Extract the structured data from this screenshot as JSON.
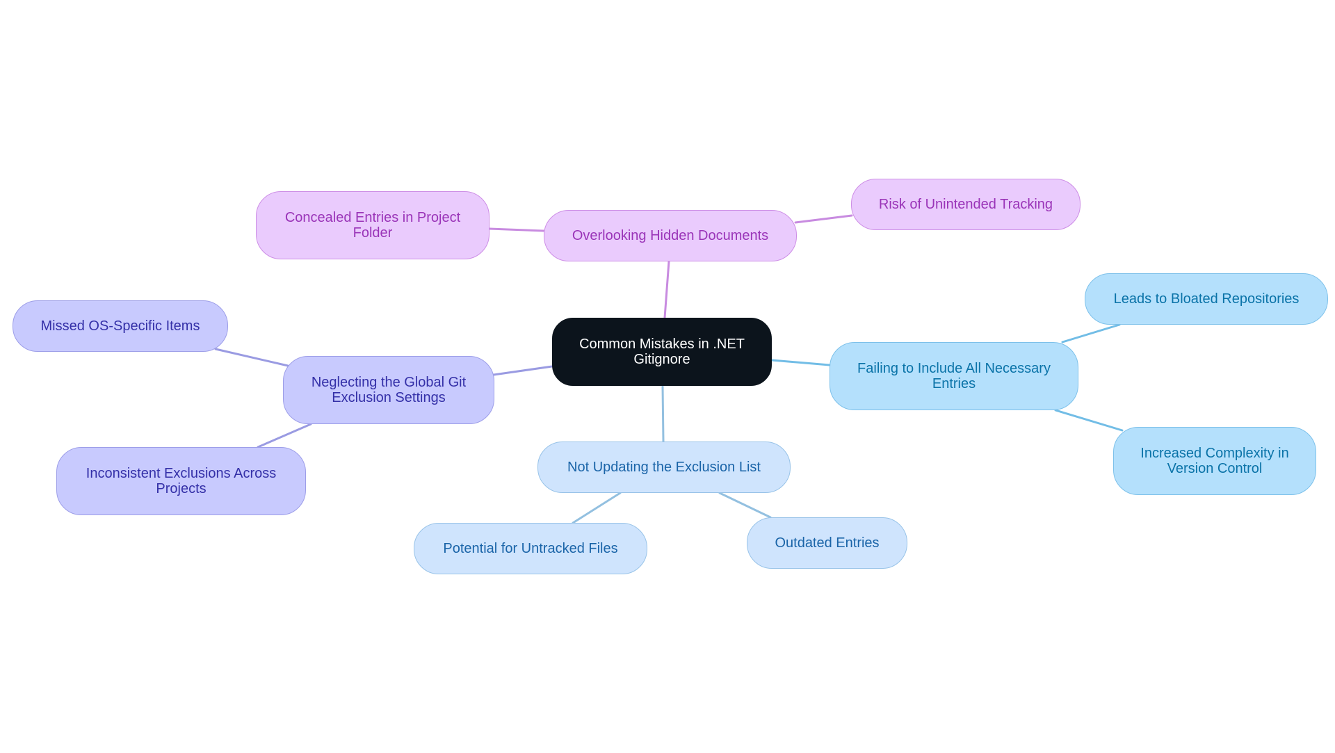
{
  "diagram": {
    "root": {
      "label": "Common Mistakes in .NET Gitignore"
    },
    "branches": [
      {
        "key": "hidden",
        "label": "Overlooking Hidden Documents",
        "color": "#c88be0",
        "children": [
          {
            "label": "Concealed Entries in Project Folder"
          },
          {
            "label": "Risk of Unintended Tracking"
          }
        ]
      },
      {
        "key": "global",
        "label": "Neglecting the Global Git Exclusion Settings",
        "color": "#9a9be2",
        "children": [
          {
            "label": "Missed OS-Specific Items"
          },
          {
            "label": "Inconsistent Exclusions Across Projects"
          }
        ]
      },
      {
        "key": "include",
        "label": "Failing to Include All Necessary Entries",
        "color": "#72bde6",
        "children": [
          {
            "label": "Leads to Bloated Repositories"
          },
          {
            "label": "Increased Complexity in Version Control"
          }
        ]
      },
      {
        "key": "update",
        "label": "Not Updating the Exclusion List",
        "color": "#93c0e0",
        "children": [
          {
            "label": "Potential for Untracked Files"
          },
          {
            "label": "Outdated Entries"
          }
        ]
      }
    ]
  }
}
